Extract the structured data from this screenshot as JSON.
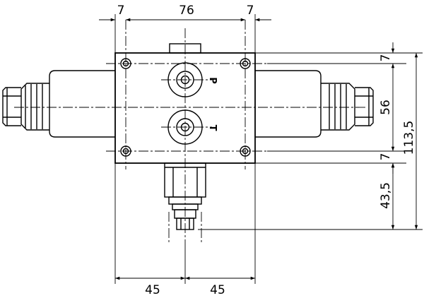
{
  "dimensions": {
    "top_left_margin": "7",
    "top_center": "76",
    "top_right_margin": "7",
    "right_top_margin": "7",
    "right_port_spacing": "56",
    "right_bottom_margin": "7",
    "right_outlet_length": "43,5",
    "right_overall_height": "113,5",
    "bottom_left_half": "45",
    "bottom_right_half": "45"
  },
  "ports": {
    "upper": "P",
    "lower": "T"
  },
  "colors": {
    "line": "#000000",
    "background": "#ffffff"
  }
}
